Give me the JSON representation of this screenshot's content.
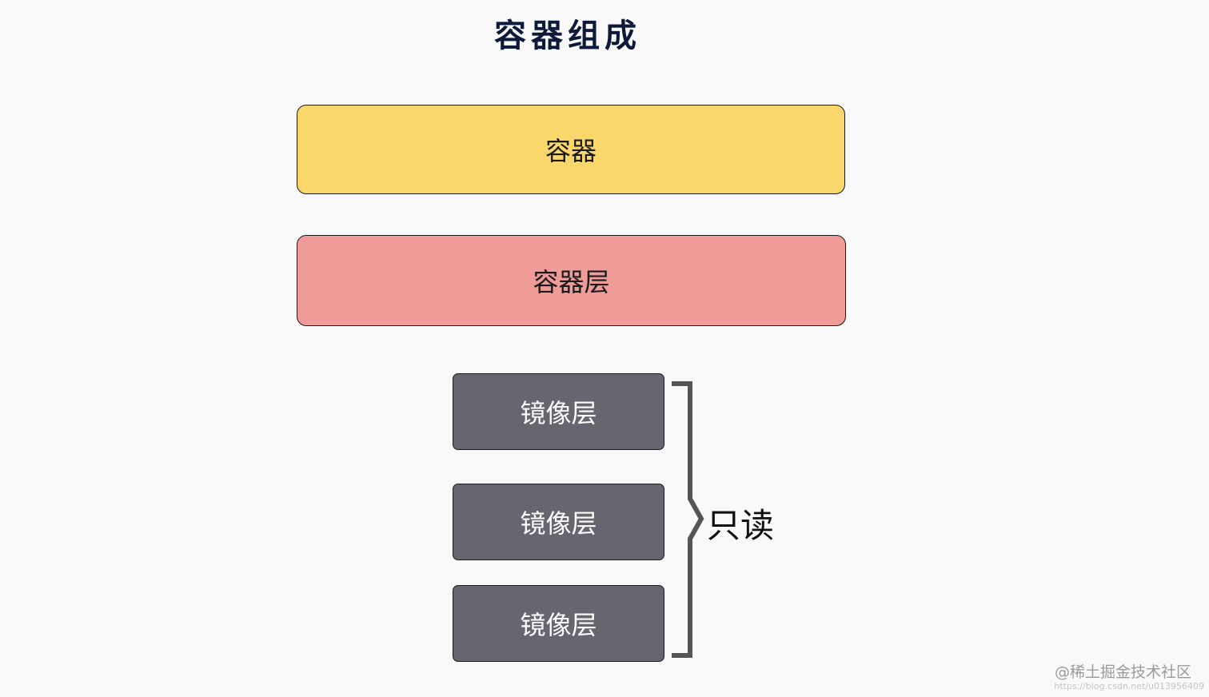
{
  "title": "容器组成",
  "layers": {
    "container": "容器",
    "container_layer": "容器层",
    "image_layers": [
      "镜像层",
      "镜像层",
      "镜像层"
    ]
  },
  "brace_label": "只读",
  "watermark": {
    "text": "@稀土掘金技术社区",
    "url": "https://blog.csdn.net/u013956409"
  },
  "colors": {
    "container": "#fad76a",
    "container_layer": "#ef9b98",
    "image_layer": "#676570",
    "brace": "#555555"
  }
}
